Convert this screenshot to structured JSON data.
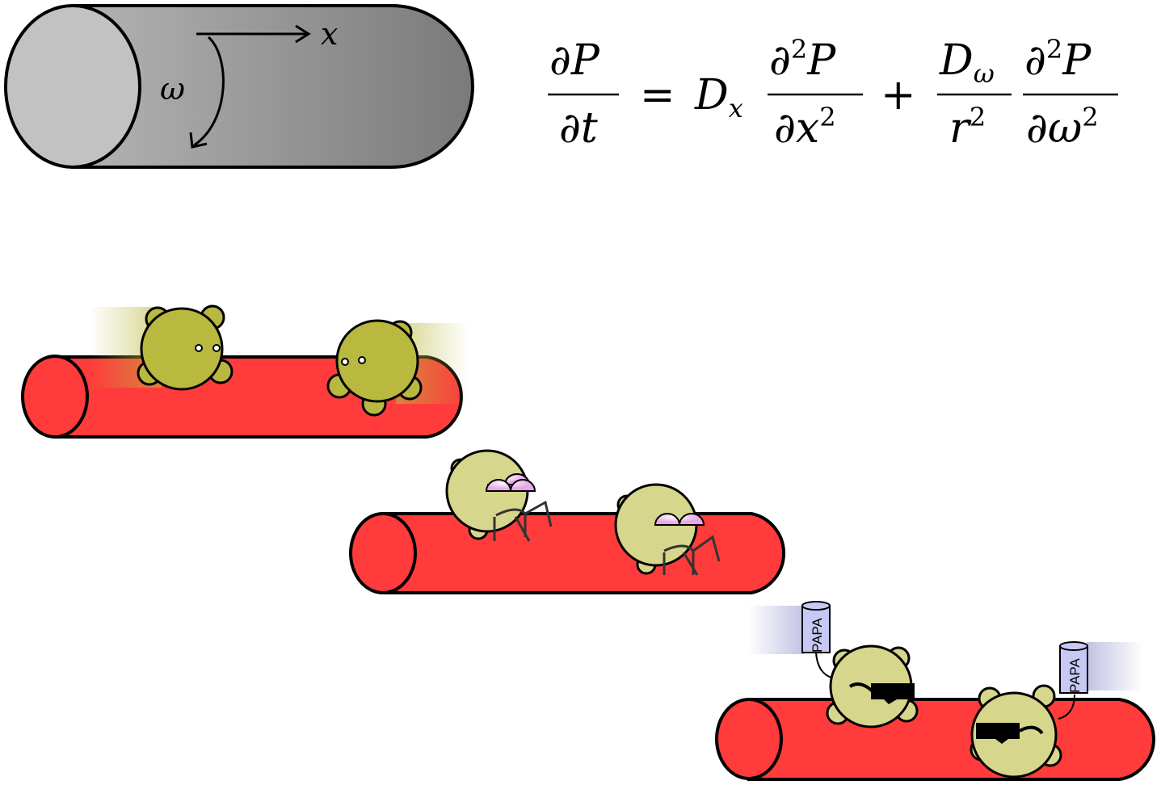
{
  "cylinder_axes": {
    "x_label": "x",
    "omega_label": "ω"
  },
  "equation": {
    "lhs_num": "∂P",
    "lhs_den": "∂t",
    "equals": "=",
    "dx": "D",
    "dx_sub": "x",
    "t1_num": "∂",
    "t1_num_exp": "2",
    "t1_num_p": "P",
    "t1_den": "∂x",
    "t1_den_exp": "2",
    "plus": "+",
    "dw": "D",
    "dw_sub": "ω",
    "r": "r",
    "r_exp": "2",
    "t2_num": "∂",
    "t2_num_exp": "2",
    "t2_num_p": "P",
    "t2_den": "∂ω",
    "t2_den_exp": "2"
  },
  "labels": {
    "can_left": "PAPA",
    "can_right": "PAPA"
  },
  "colors": {
    "tube": "#ff3b3b",
    "cell_dark": "#b9b83f",
    "cell_light": "#d6d68c",
    "can": "#c8c8f4"
  }
}
